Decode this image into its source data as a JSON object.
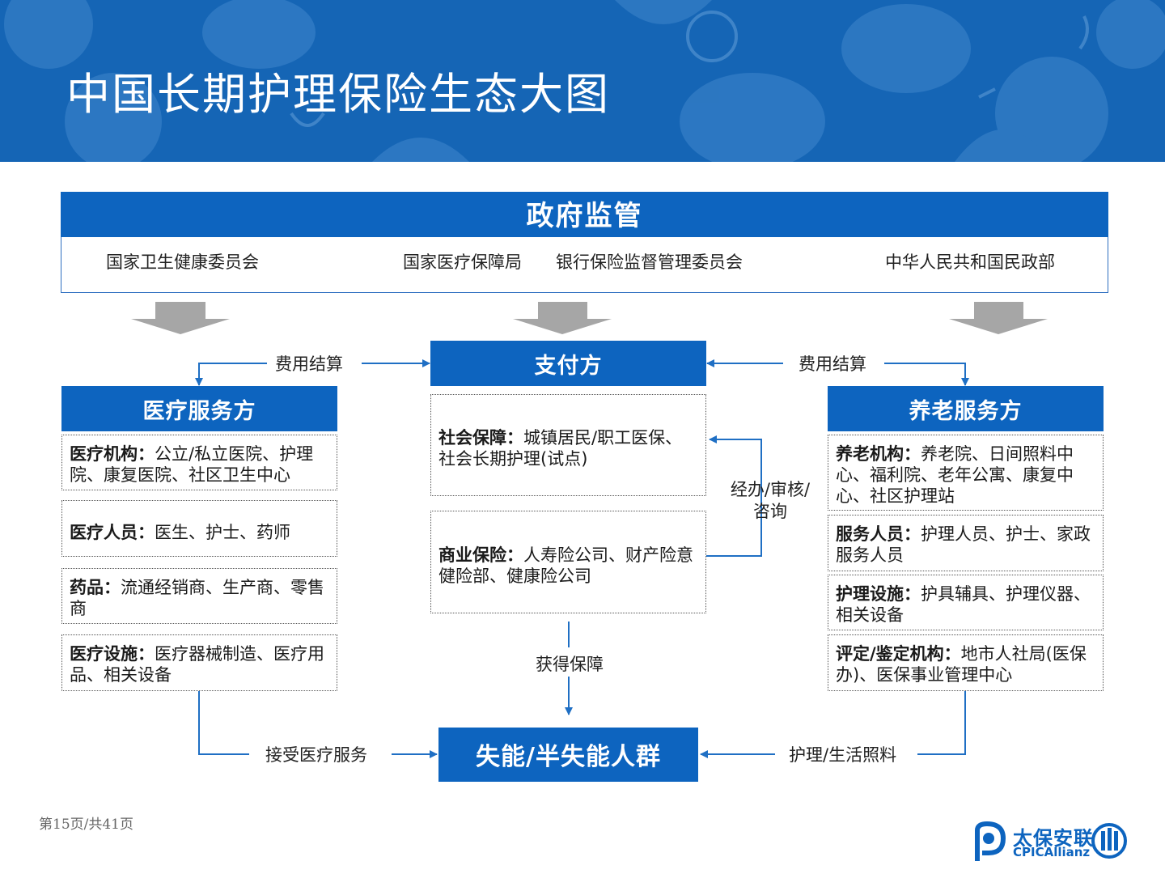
{
  "title": "中国长期护理保险生态大图",
  "government": {
    "header": "政府监管",
    "bodies": [
      "国家卫生健康委员会",
      "国家医疗保障局",
      "银行保险监督管理委员会",
      "中华人民共和国民政部"
    ]
  },
  "payer": {
    "header": "支付方",
    "social": {
      "label": "社会保障：",
      "text": "城镇居民/职工医保、社会长期护理(试点)"
    },
    "commercial": {
      "label": "商业保险：",
      "text": "人寿险公司、财产险意健险部、健康险公司"
    }
  },
  "medical": {
    "header": "医疗服务方",
    "items": [
      {
        "label": "医疗机构：",
        "text": "公立/私立医院、护理院、康复医院、社区卫生中心"
      },
      {
        "label": "医疗人员：",
        "text": "医生、护士、药师"
      },
      {
        "label": "药品：",
        "text": "流通经销商、生产商、零售商"
      },
      {
        "label": "医疗设施：",
        "text": "医疗器械制造、医疗用品、相关设备"
      }
    ]
  },
  "elderly": {
    "header": "养老服务方",
    "items": [
      {
        "label": "养老机构：",
        "text": "养老院、日间照料中心、福利院、老年公寓、康复中心、社区护理站"
      },
      {
        "label": "服务人员：",
        "text": "护理人员、护士、家政服务人员"
      },
      {
        "label": "护理设施：",
        "text": "护具辅具、护理仪器、相关设备"
      },
      {
        "label": "评定/鉴定机构：",
        "text": "地市人社局(医保办)、医保事业管理中心"
      }
    ]
  },
  "target": {
    "header": "失能/半失能人群"
  },
  "flows": {
    "settle_left": "费用结算",
    "settle_right": "费用结算",
    "handling": "经办/审核/咨询",
    "coverage": "获得保障",
    "medical_service": "接受医疗服务",
    "care_service": "护理/生活照料"
  },
  "footer": {
    "page": "第15页/共41页"
  },
  "logo": {
    "cn": "太保安联",
    "en": "CPICAllianz"
  },
  "colors": {
    "banner": "#1565b5",
    "header_blue": "#0d64bf",
    "arrow_blue": "#1f6fc4",
    "arrow_gray": "#a6a6a6"
  }
}
